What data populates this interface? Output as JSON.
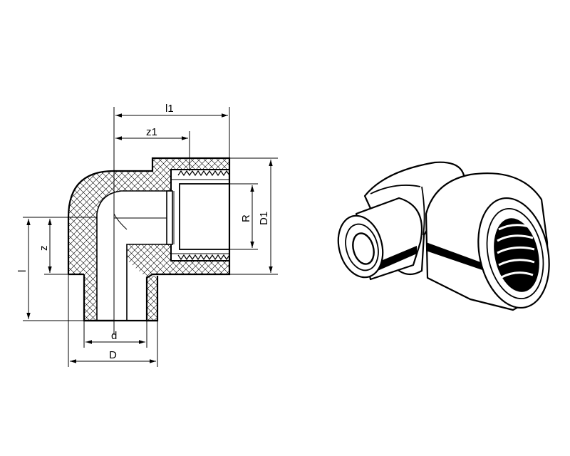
{
  "drawing": {
    "labels": {
      "l1": "l1",
      "z1": "z1",
      "R": "R",
      "D1": "D1",
      "l": "l",
      "z": "z",
      "d": "d",
      "D": "D"
    },
    "colors": {
      "line": "#000000",
      "background": "#ffffff",
      "hatch": "#000000"
    }
  }
}
